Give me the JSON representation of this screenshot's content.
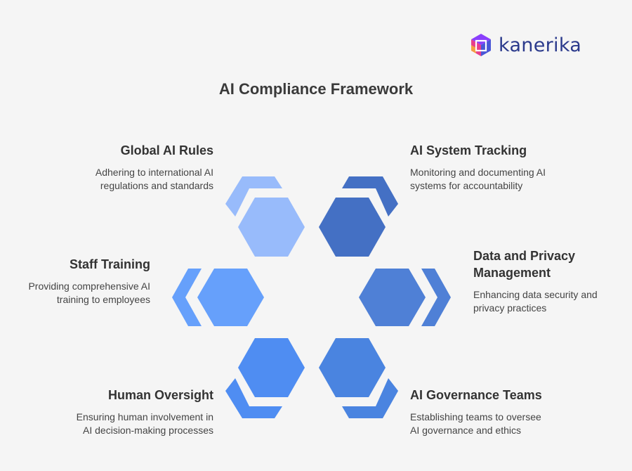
{
  "logo": {
    "text": "kanerika",
    "colors": [
      "#e83e8c",
      "#8a3ffc",
      "#f59e42",
      "#4a56d6"
    ]
  },
  "title": "AI Compliance Framework",
  "items": [
    {
      "id": "global-ai-rules",
      "title": "Global AI Rules",
      "desc_line1": "Adhering to international AI",
      "desc_line2": "regulations and standards",
      "color": "#98bbfb",
      "bracket": "#98bbfb"
    },
    {
      "id": "ai-system-tracking",
      "title": "AI System Tracking",
      "desc_line1": "Monitoring and documenting AI",
      "desc_line2": "systems for accountability",
      "color": "#4470c4",
      "bracket": "#4470c4"
    },
    {
      "id": "staff-training",
      "title": "Staff Training",
      "desc_line1": "Providing comprehensive AI",
      "desc_line2": "training to employees",
      "color": "#66a0fb",
      "bracket": "#66a0fb"
    },
    {
      "id": "data-privacy",
      "title_line1": "Data and Privacy",
      "title_line2": "Management",
      "desc_line1": "Enhancing data security and",
      "desc_line2": "privacy practices",
      "color": "#4f80d6",
      "bracket": "#4f80d6"
    },
    {
      "id": "human-oversight",
      "title": "Human Oversight",
      "desc_line1": "Ensuring human involvement in",
      "desc_line2": "AI decision-making processes",
      "color": "#4f8df2",
      "bracket": "#4f8df2"
    },
    {
      "id": "ai-governance-teams",
      "title": "AI Governance Teams",
      "desc_line1": "Establishing teams to oversee",
      "desc_line2": "AI governance and ethics",
      "color": "#4a84e0",
      "bracket": "#4a84e0"
    }
  ]
}
